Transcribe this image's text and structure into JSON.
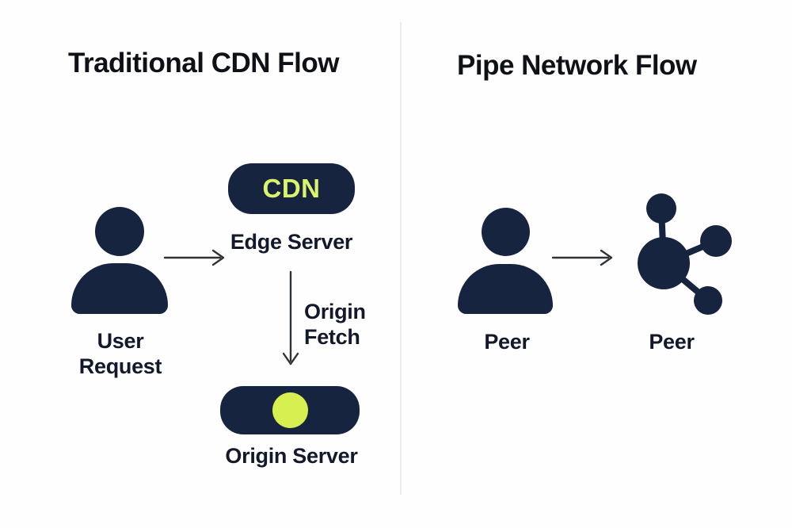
{
  "left_panel": {
    "title": "Traditional CDN Flow",
    "user_label": "User\nRequest",
    "cdn_pill_label": "CDN",
    "edge_server_label": "Edge Server",
    "origin_fetch_label": "Origin\nFetch",
    "origin_server_label": "Origin Server"
  },
  "right_panel": {
    "title": "Pipe Network Flow",
    "peer_source_label": "Peer",
    "peer_target_label": "Peer"
  },
  "icons": {
    "user": "person-silhouette",
    "peer_source": "person-silhouette",
    "peer_target": "network-nodes",
    "origin_status": "lime-dot",
    "flow_arrows": [
      "arrow-right",
      "arrow-down",
      "arrow-right"
    ]
  },
  "colors": {
    "background": "#fefefe",
    "navy": "#172440",
    "lime_text": "#daf46b",
    "lime_dot": "#d7ef51",
    "title_text": "#0e1116",
    "label_text": "#13192a",
    "arrow": "#2e3338",
    "divider": "#ececec"
  }
}
